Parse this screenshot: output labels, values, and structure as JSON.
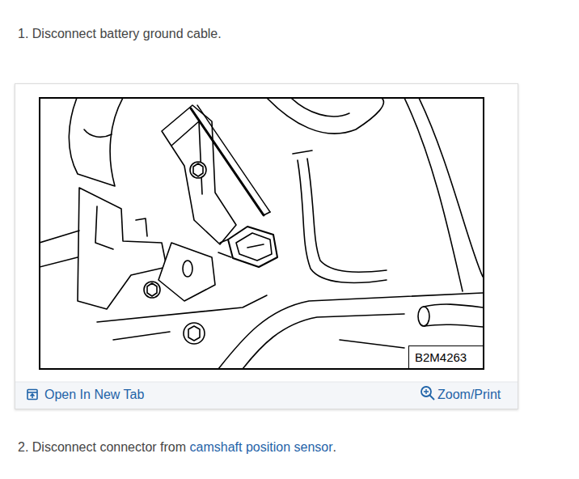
{
  "diagram": {
    "labels": [
      "1. Disconnect battery ground cable.",
      "B2M4263",
      "Open In New Tab",
      "Zoom/Print",
      "2. Disconnect connector from",
      "camshaft position sensor",
      "."
    ]
  }
}
